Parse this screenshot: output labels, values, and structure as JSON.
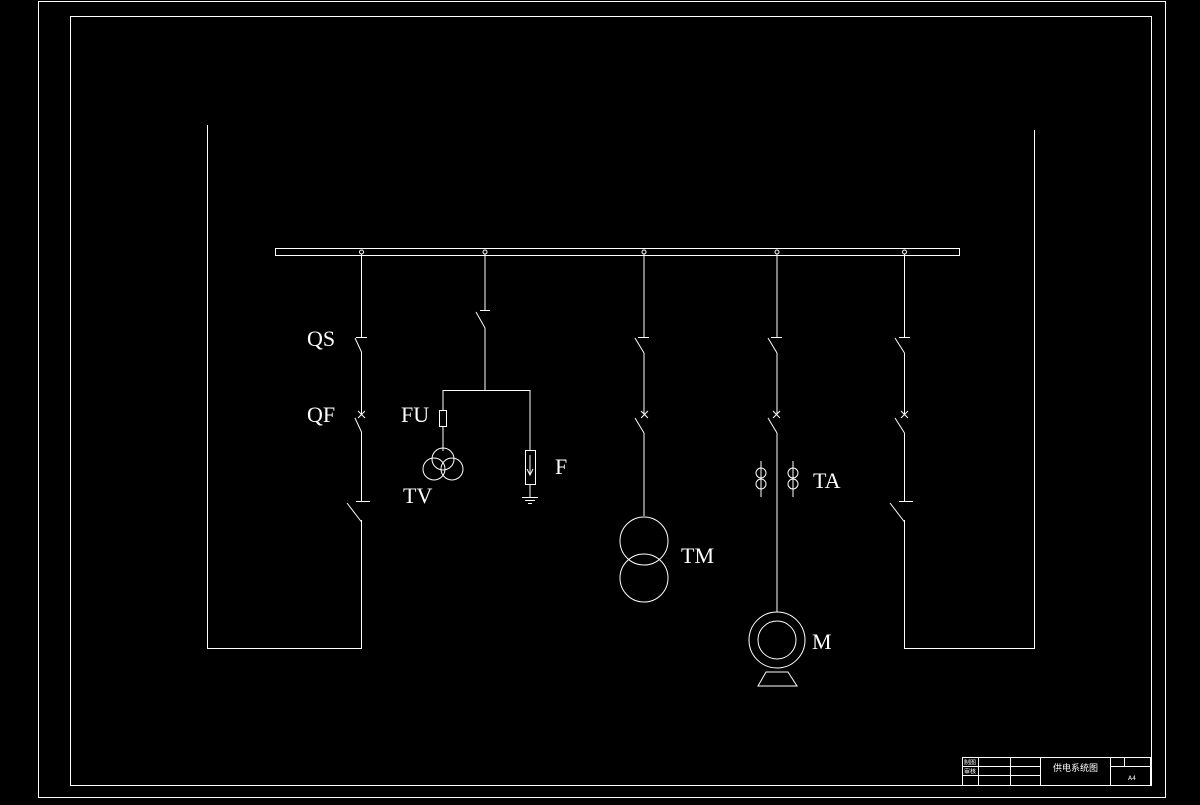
{
  "labels": {
    "qs": "QS",
    "qf": "QF",
    "fu": "FU",
    "tv": "TV",
    "f": "F",
    "tm": "TM",
    "ta": "TA",
    "m": "M"
  },
  "title_block": {
    "drawing_title": "供电系统图",
    "row1_label": "制图",
    "row2_label": "审核",
    "sheet_size": "A4"
  },
  "colors": {
    "background": "#000000",
    "line": "#ffffff"
  }
}
